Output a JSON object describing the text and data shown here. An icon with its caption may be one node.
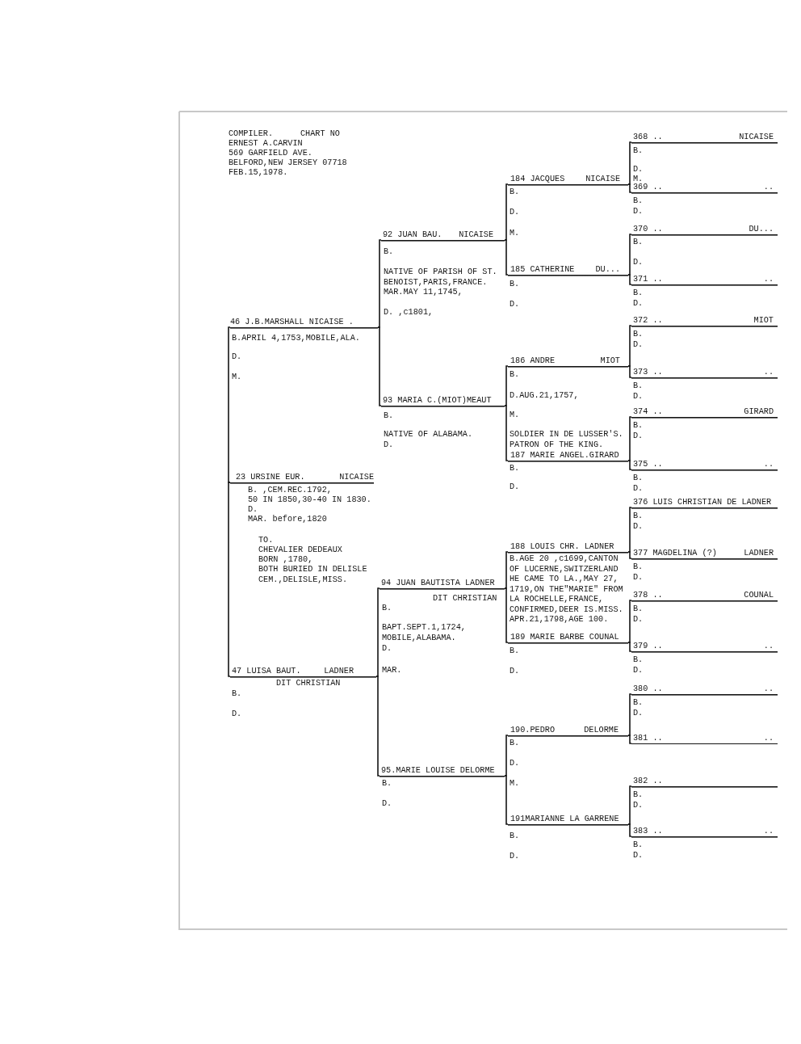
{
  "diagram": {
    "nodes": [
      {
        "text": [
          "23 URSINE EUR.",
          "NICAISE",
          "B. ,CEM.REC.1792,",
          "50 IN 1850,30-40 IN 1830.",
          "D.",
          "MAR. before,1820",
          "TO.",
          "CHEVALIER DEDEAUX",
          "BORN ,1780,",
          "BOTH BURIED IN DELISLE CEM.,DELISLE,MISS."
        ]
      },
      {
        "text": [
          "46 J.B.MARSHALL NICAISE .",
          "B.APRIL 4,1753,MOBILE,ALA.",
          "D.",
          "M."
        ]
      },
      {
        "text": [
          "47 LUISA BAUT.",
          "LADNER",
          "DIT CHRISTIAN",
          "B.",
          "D."
        ]
      },
      {
        "text": [
          "92 JUAN BAU.",
          "NICAISE",
          "B.",
          "NATIVE OF PARISH OF ST. BENOIST,PARIS,FRANCE. MAR.MAY 11,1745,",
          "D. ,c1801,"
        ]
      },
      {
        "text": [
          "93 MARIA C.(MIOT)MEAUT",
          "B.",
          "NATIVE OF ALABAMA.",
          "D."
        ]
      },
      {
        "text": [
          "94 JUAN BAUTISTA LADNER",
          "DIT CHRISTIAN",
          "B.",
          "BAPT.SEPT.1,1724, MOBILE,ALABAMA.",
          "D.",
          "MAR."
        ]
      },
      {
        "text": [
          "95.MARIE LOUISE DELORME",
          "B.",
          "D."
        ]
      },
      {
        "text": [
          "184 JACQUES",
          "NICAISE",
          "B.",
          "D.",
          "M."
        ]
      },
      {
        "text": [
          "185 CATHERINE",
          "DU...",
          "B.",
          "D."
        ]
      },
      {
        "text": [
          "186 ANDRE",
          "MIOT",
          "B.",
          "D.AUG.21,1757,",
          "M.",
          "SOLDIER IN DE LUSSER'S. PATRON OF THE KING."
        ]
      },
      {
        "text": [
          "187 MARIE ANGEL.GIRARD",
          "B.",
          "D."
        ]
      },
      {
        "text": [
          "188 LOUIS CHR. LADNER",
          "B.AGE 20 ,c1699,CANTON OF LUCERNE,SWITZERLAND HE CAME TO LA.,MAY 27, 1719,ON THE\"MARIE\" FROM LA ROCHELLE,FRANCE, CONFIRMED,DEER IS.MISS. APR.21,1798,AGE 100."
        ]
      },
      {
        "text": [
          "189 MARIE BARBE COUNAL",
          "B.",
          "D."
        ]
      },
      {
        "text": [
          "190.PEDRO",
          "DELORME",
          "B.",
          "D.",
          "M."
        ]
      },
      {
        "text": [
          "191MARIANNE LA GARRENE",
          "B.",
          "D."
        ]
      },
      {
        "text": [
          "368 ..",
          "NICAISE",
          "B.",
          "D.",
          "M."
        ]
      },
      {
        "text": [
          "369 ..",
          "..",
          "B.",
          "D."
        ]
      },
      {
        "text": [
          "370 ..",
          "DU...",
          "B.",
          "D."
        ]
      },
      {
        "text": [
          "371 ..",
          "..",
          "B.",
          "D."
        ]
      },
      {
        "text": [
          "372 ..",
          "MIOT",
          "B.",
          "D."
        ]
      },
      {
        "text": [
          "373 ..",
          "..",
          "B.",
          "D."
        ]
      },
      {
        "text": [
          "374 ..",
          "GIRARD",
          "B.",
          "D."
        ]
      },
      {
        "text": [
          "375 ..",
          "..",
          "B.",
          "D."
        ]
      },
      {
        "text": [
          "376 LUIS CHRISTIAN DE LADNER",
          "B.",
          "D."
        ]
      },
      {
        "text": [
          "377 MAGDELINA (?)",
          "LADNER",
          "B.",
          "D."
        ]
      },
      {
        "text": [
          "378 ..",
          "COUNAL",
          "B.",
          "D."
        ]
      },
      {
        "text": [
          "379 ..",
          "..",
          "B.",
          "D."
        ]
      },
      {
        "text": [
          "380 ..",
          "..",
          "B.",
          "D."
        ]
      },
      {
        "text": [
          "381 ..",
          ".."
        ]
      },
      {
        "text": [
          "382 ..",
          "B.",
          "D."
        ]
      },
      {
        "text": [
          "383 ..",
          "..",
          "B.",
          "D."
        ]
      }
    ],
    "edges": [
      {
        "from": 0,
        "to": 1,
        "arrow": "none"
      },
      {
        "from": 0,
        "to": 2,
        "arrow": "none"
      },
      {
        "from": 1,
        "to": 3,
        "arrow": "none"
      },
      {
        "from": 1,
        "to": 4,
        "arrow": "none"
      },
      {
        "from": 2,
        "to": 5,
        "arrow": "none"
      },
      {
        "from": 2,
        "to": 6,
        "arrow": "none"
      },
      {
        "from": 3,
        "to": 7,
        "arrow": "none"
      },
      {
        "from": 3,
        "to": 8,
        "arrow": "none"
      },
      {
        "from": 4,
        "to": 9,
        "arrow": "none"
      },
      {
        "from": 4,
        "to": 10,
        "arrow": "none"
      },
      {
        "from": 5,
        "to": 11,
        "arrow": "none"
      },
      {
        "from": 5,
        "to": 12,
        "arrow": "none"
      },
      {
        "from": 6,
        "to": 13,
        "arrow": "none"
      },
      {
        "from": 6,
        "to": 14,
        "arrow": "none"
      },
      {
        "from": 7,
        "to": 15,
        "arrow": "none"
      },
      {
        "from": 7,
        "to": 16,
        "arrow": "none"
      },
      {
        "from": 8,
        "to": 17,
        "arrow": "none"
      },
      {
        "from": 8,
        "to": 18,
        "arrow": "none"
      },
      {
        "from": 9,
        "to": 19,
        "arrow": "none"
      },
      {
        "from": 9,
        "to": 20,
        "arrow": "none"
      },
      {
        "from": 10,
        "to": 21,
        "arrow": "none"
      },
      {
        "from": 10,
        "to": 22,
        "arrow": "none"
      },
      {
        "from": 11,
        "to": 23,
        "arrow": "none"
      },
      {
        "from": 11,
        "to": 24,
        "arrow": "none"
      },
      {
        "from": 12,
        "to": 25,
        "arrow": "none"
      },
      {
        "from": 12,
        "to": 26,
        "arrow": "none"
      },
      {
        "from": 13,
        "to": 27,
        "arrow": "none"
      },
      {
        "from": 13,
        "to": 28,
        "arrow": "none"
      },
      {
        "from": 14,
        "to": 29,
        "arrow": "none"
      },
      {
        "from": 14,
        "to": 30,
        "arrow": "none"
      }
    ],
    "labels": [
      "COMPILER.",
      "CHART NO",
      "ERNEST A.CARVIN",
      "569 GARFIELD AVE.",
      "BELFORD,NEW JERSEY 07718",
      "FEB.15,1978."
    ]
  }
}
